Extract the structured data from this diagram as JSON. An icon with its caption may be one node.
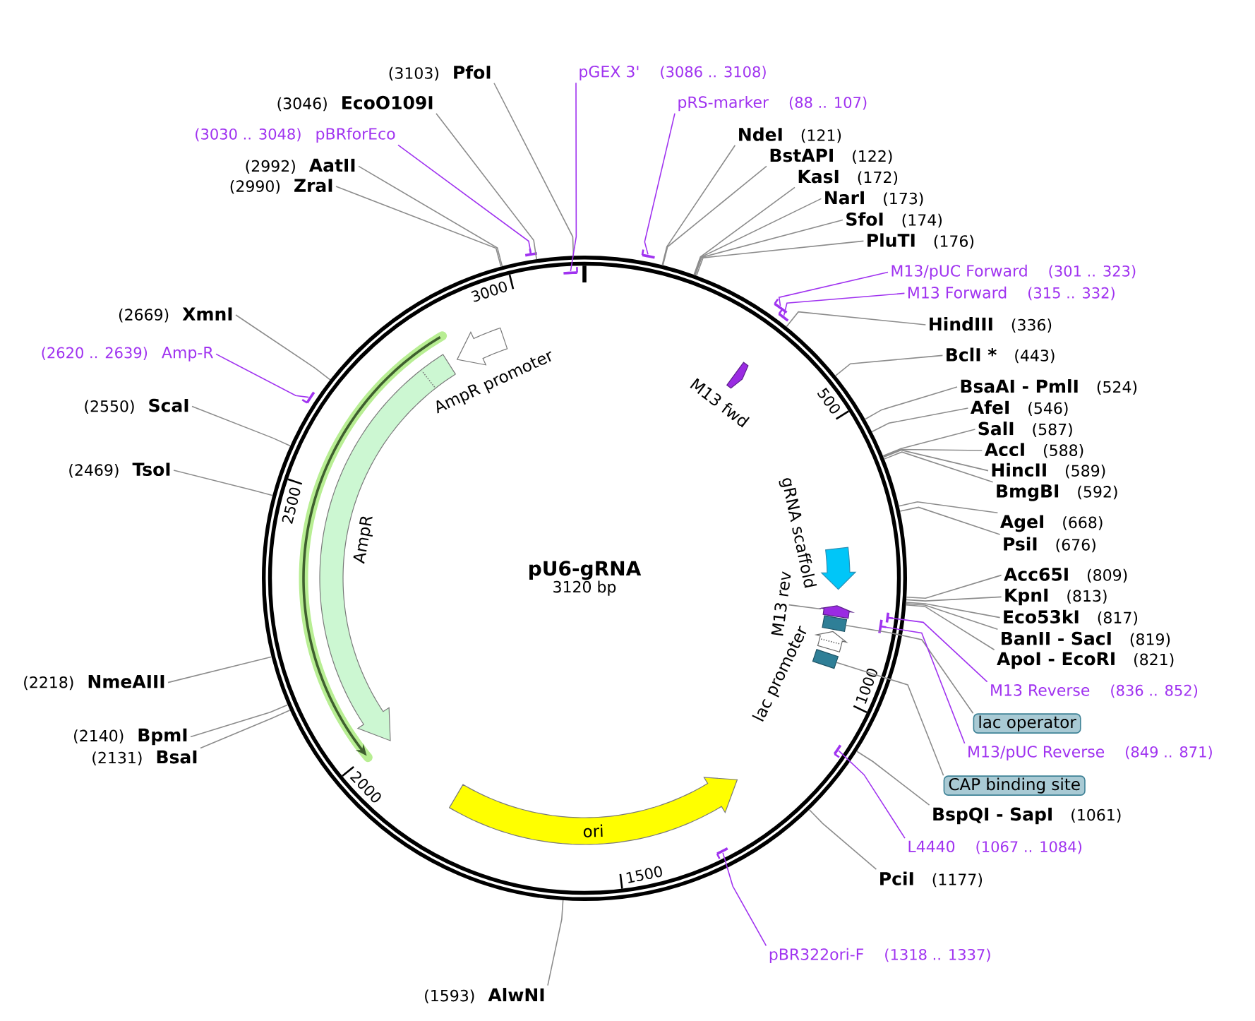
{
  "diagram": {
    "nodes": [
      {
        "text": [
          "pU6-gRNA",
          "3120 bp"
        ]
      },
      {
        "text": [
          "AmpR promoter"
        ],
        "in": 0
      },
      {
        "text": [
          "M13 fwd"
        ],
        "in": 0
      },
      {
        "text": [
          "AmpR"
        ],
        "in": 0
      },
      {
        "text": [
          "gRNA scaffold"
        ],
        "in": 0
      },
      {
        "text": [
          "M13 rev"
        ],
        "in": 0
      },
      {
        "text": [],
        "shape": "arrow",
        "in": 0
      },
      {
        "text": [],
        "shape": "box",
        "in": 0
      },
      {
        "text": [
          "lac promoter"
        ],
        "in": 0
      },
      {
        "text": [],
        "shape": "box",
        "in": 0
      },
      {
        "text": [
          "ori"
        ],
        "in": 0
      },
      {
        "text": [
          "(3103)",
          "PfoI"
        ]
      },
      {
        "text": [
          "pGEX 3'",
          "(3086 .. 3108)"
        ]
      },
      {
        "text": [],
        "shape": "bar",
        "in": 0
      },
      {
        "text": [
          "(3046)",
          "EcoO109I"
        ]
      },
      {
        "text": [
          "pRS-marker",
          "(88 .. 107)"
        ]
      },
      {
        "text": [],
        "shape": "bar"
      },
      {
        "text": [
          "(3030 .. 3048)",
          "pBRforEco"
        ]
      },
      {
        "text": [],
        "shape": "bar"
      },
      {
        "text": [
          "NdeI",
          "(121)"
        ]
      },
      {
        "text": [
          "BstAPI",
          "(122)"
        ]
      },
      {
        "text": [
          "(2992)",
          "AatII"
        ]
      },
      {
        "text": [
          "KasI",
          "(172)"
        ]
      },
      {
        "text": [
          "(2990)",
          "ZraI"
        ]
      },
      {
        "text": [
          "NarI",
          "(173)"
        ]
      },
      {
        "text": [
          "SfoI",
          "(174)"
        ]
      },
      {
        "text": [
          "PluTI",
          "(176)"
        ]
      },
      {
        "text": [
          "M13/pUC Forward",
          "(301 .. 323)"
        ]
      },
      {
        "text": [],
        "shape": "bar"
      },
      {
        "text": [
          "M13 Forward",
          "(315 .. 332)"
        ]
      },
      {
        "text": [],
        "shape": "bar"
      },
      {
        "text": [
          "(2669)",
          "XmnI"
        ]
      },
      {
        "text": [
          "HindIII",
          "(336)"
        ]
      },
      {
        "text": [
          "(2620 .. 2639)",
          "Amp-R"
        ]
      },
      {
        "text": [],
        "shape": "bar"
      },
      {
        "text": [
          "BclI *",
          "(443)"
        ]
      },
      {
        "text": [
          "BsaAI - PmlI",
          "(524)"
        ]
      },
      {
        "text": [
          "(2550)",
          "ScaI"
        ]
      },
      {
        "text": [
          "AfeI",
          "(546)"
        ]
      },
      {
        "text": [
          "SalI",
          "(587)"
        ]
      },
      {
        "text": [
          "AccI",
          "(588)"
        ]
      },
      {
        "text": [
          "(2469)",
          "TsoI"
        ]
      },
      {
        "text": [
          "HincII",
          "(589)"
        ]
      },
      {
        "text": [
          "BmgBI",
          "(592)"
        ]
      },
      {
        "text": [
          "AgeI",
          "(668)"
        ]
      },
      {
        "text": [
          "PsiI",
          "(676)"
        ]
      },
      {
        "text": [
          "Acc65I",
          "(809)"
        ]
      },
      {
        "text": [
          "KpnI",
          "(813)"
        ]
      },
      {
        "text": [
          "Eco53kI",
          "(817)"
        ]
      },
      {
        "text": [
          "BanII - SacI",
          "(819)"
        ]
      },
      {
        "text": [
          "ApoI - EcoRI",
          "(821)"
        ]
      },
      {
        "text": [
          "(2218)",
          "NmeAIII"
        ]
      },
      {
        "text": [
          "M13 Reverse",
          "(836 .. 852)"
        ]
      },
      {
        "text": [],
        "shape": "bar",
        "in": 0
      },
      {
        "text": [
          "lac operator"
        ]
      },
      {
        "text": [
          "(2140)",
          "BpmI"
        ]
      },
      {
        "text": [
          "M13/pUC Reverse",
          "(849 .. 871)"
        ]
      },
      {
        "text": [],
        "shape": "bar",
        "in": 0
      },
      {
        "text": [
          "(2131)",
          "BsaI"
        ]
      },
      {
        "text": [
          "CAP binding site"
        ]
      },
      {
        "text": [
          "BspQI - SapI",
          "(1061)"
        ]
      },
      {
        "text": [
          "L4440",
          "(1067 .. 1084)"
        ]
      },
      {
        "text": [],
        "shape": "bar",
        "in": 0
      },
      {
        "text": [
          "PciI",
          "(1177)"
        ]
      },
      {
        "text": [
          "pBR322ori-F",
          "(1318 .. 1337)"
        ]
      },
      {
        "text": [],
        "shape": "bar",
        "in": 0
      },
      {
        "text": [
          "(1593)",
          "AlwNI"
        ]
      }
    ],
    "edges": [
      {
        "from": 5,
        "to": 6,
        "arrow": "none"
      },
      {
        "from": 11,
        "to": 0,
        "arrow": "none"
      },
      {
        "from": 12,
        "to": 13,
        "arrow": "none",
        "color": "#a033f0"
      },
      {
        "from": 14,
        "to": 0,
        "arrow": "none"
      },
      {
        "from": 15,
        "to": 16,
        "arrow": "none",
        "color": "#a033f0"
      },
      {
        "from": 17,
        "to": 18,
        "arrow": "none",
        "color": "#a033f0"
      },
      {
        "from": 19,
        "to": 0,
        "arrow": "none"
      },
      {
        "from": 20,
        "to": 0,
        "arrow": "none"
      },
      {
        "from": 21,
        "to": 0,
        "arrow": "none"
      },
      {
        "from": 22,
        "to": 0,
        "arrow": "none"
      },
      {
        "from": 23,
        "to": 0,
        "arrow": "none"
      },
      {
        "from": 24,
        "to": 0,
        "arrow": "none"
      },
      {
        "from": 25,
        "to": 0,
        "arrow": "none"
      },
      {
        "from": 26,
        "to": 0,
        "arrow": "none"
      },
      {
        "from": 27,
        "to": 28,
        "arrow": "none",
        "color": "#a033f0"
      },
      {
        "from": 29,
        "to": 30,
        "arrow": "none",
        "color": "#a033f0"
      },
      {
        "from": 31,
        "to": 0,
        "arrow": "none"
      },
      {
        "from": 32,
        "to": 0,
        "arrow": "none"
      },
      {
        "from": 33,
        "to": 34,
        "arrow": "none",
        "color": "#a033f0"
      },
      {
        "from": 35,
        "to": 0,
        "arrow": "none"
      },
      {
        "from": 36,
        "to": 0,
        "arrow": "none"
      },
      {
        "from": 37,
        "to": 0,
        "arrow": "none"
      },
      {
        "from": 38,
        "to": 0,
        "arrow": "none"
      },
      {
        "from": 39,
        "to": 0,
        "arrow": "none"
      },
      {
        "from": 40,
        "to": 0,
        "arrow": "none"
      },
      {
        "from": 41,
        "to": 0,
        "arrow": "none"
      },
      {
        "from": 42,
        "to": 0,
        "arrow": "none"
      },
      {
        "from": 43,
        "to": 0,
        "arrow": "none"
      },
      {
        "from": 44,
        "to": 0,
        "arrow": "none"
      },
      {
        "from": 45,
        "to": 0,
        "arrow": "none"
      },
      {
        "from": 46,
        "to": 0,
        "arrow": "none"
      },
      {
        "from": 47,
        "to": 0,
        "arrow": "none"
      },
      {
        "from": 48,
        "to": 0,
        "arrow": "none"
      },
      {
        "from": 49,
        "to": 0,
        "arrow": "none"
      },
      {
        "from": 50,
        "to": 0,
        "arrow": "none"
      },
      {
        "from": 51,
        "to": 0,
        "arrow": "none"
      },
      {
        "from": 52,
        "to": 53,
        "arrow": "none",
        "color": "#a033f0"
      },
      {
        "from": 54,
        "to": 7,
        "arrow": "none"
      },
      {
        "from": 55,
        "to": 0,
        "arrow": "none"
      },
      {
        "from": 56,
        "to": 57,
        "arrow": "none",
        "color": "#a033f0"
      },
      {
        "from": 58,
        "to": 0,
        "arrow": "none"
      },
      {
        "from": 59,
        "to": 9,
        "arrow": "none"
      },
      {
        "from": 60,
        "to": 0,
        "arrow": "none"
      },
      {
        "from": 61,
        "to": 62,
        "arrow": "none",
        "color": "#a033f0"
      },
      {
        "from": 63,
        "to": 0,
        "arrow": "none"
      },
      {
        "from": 64,
        "to": 65,
        "arrow": "none",
        "color": "#a033f0"
      },
      {
        "from": 66,
        "to": 0,
        "arrow": "none"
      }
    ],
    "labels": [
      "3000",
      "500",
      "2500",
      "1000",
      "2000",
      "1500"
    ]
  }
}
